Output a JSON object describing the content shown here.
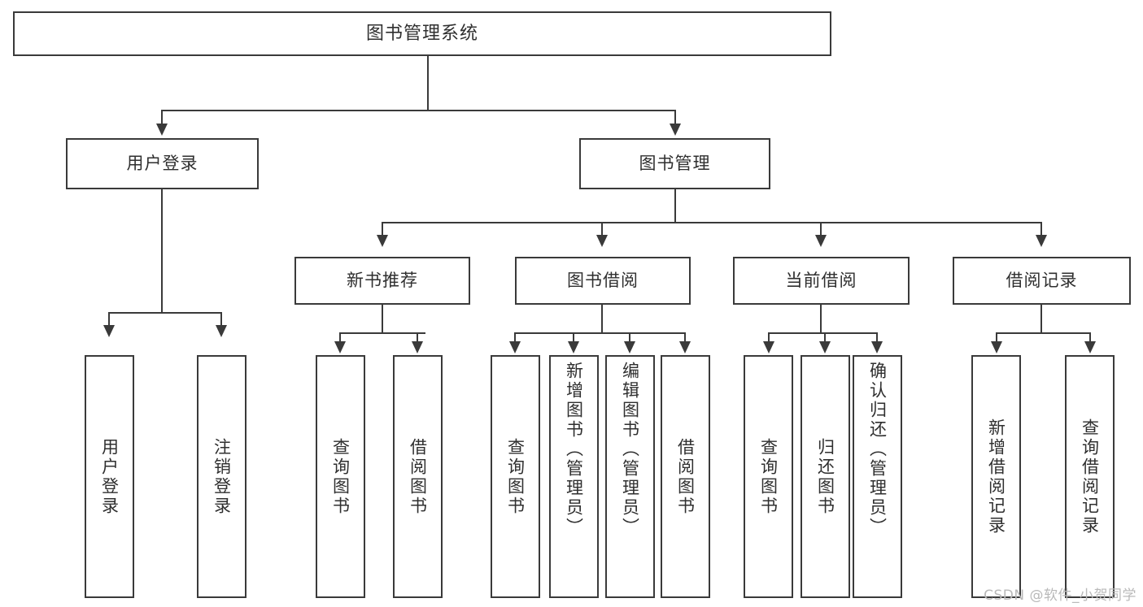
{
  "diagram": {
    "title": "图书管理系统",
    "type": "tree-hierarchy-chart",
    "root": {
      "label": "图书管理系统"
    },
    "level2": [
      {
        "label": "用户登录"
      },
      {
        "label": "图书管理"
      }
    ],
    "level3": [
      {
        "label": "新书推荐"
      },
      {
        "label": "图书借阅"
      },
      {
        "label": "当前借阅"
      },
      {
        "label": "借阅记录"
      }
    ],
    "leaves": {
      "user_login": [
        {
          "label": "用户登录"
        },
        {
          "label": "注销登录"
        }
      ],
      "new_book_recommend": [
        {
          "label": "查询图书"
        },
        {
          "label": "借阅图书"
        }
      ],
      "book_borrow": [
        {
          "label": "查询图书"
        },
        {
          "label": "新增图书（管理员）"
        },
        {
          "label": "编辑图书（管理员）"
        },
        {
          "label": "借阅图书"
        }
      ],
      "current_borrow": [
        {
          "label": "查询图书"
        },
        {
          "label": "归还图书"
        },
        {
          "label": "确认归还（管理员）"
        }
      ],
      "borrow_record": [
        {
          "label": "新增借阅记录"
        },
        {
          "label": "查询借阅记录"
        }
      ]
    }
  },
  "watermark": {
    "text": "CSDN @软件_小贺同学"
  },
  "colors": {
    "border": "#3a3a3a",
    "text": "#2f2f2f",
    "background": "#ffffff",
    "watermark": "#b9b9b9"
  }
}
